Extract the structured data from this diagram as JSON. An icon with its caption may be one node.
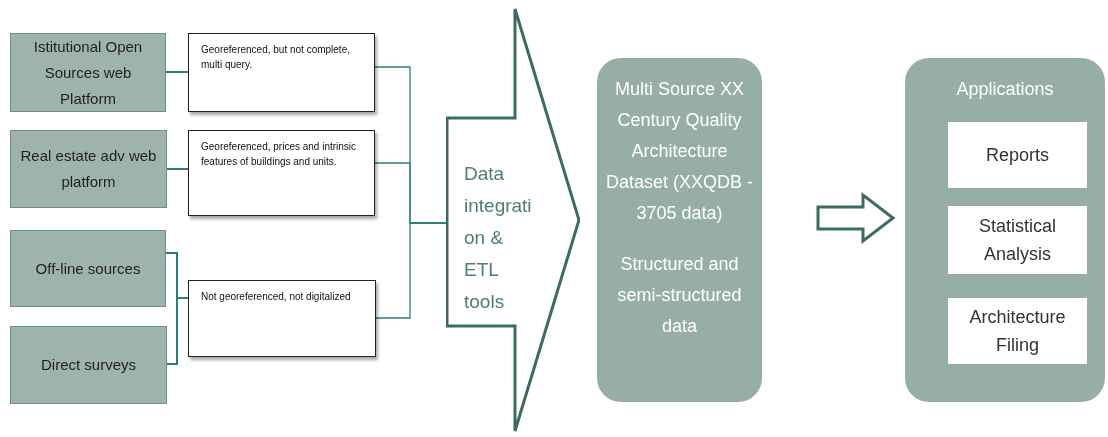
{
  "diagram": {
    "nodes": [
      {
        "text": [
          "Istitutional Open Sources web Platform"
        ]
      },
      {
        "text": [
          "Georeferenced, but not complete, multi query."
        ]
      },
      {
        "text": [
          "Real estate adv web platform"
        ]
      },
      {
        "text": [
          "Georeferenced, prices and intrinsic features of buildings and units."
        ]
      },
      {
        "text": [
          "Off-line sources"
        ]
      },
      {
        "text": [
          "Direct surveys"
        ]
      },
      {
        "text": [
          "Not georeferenced, not digitalized"
        ]
      },
      {
        "text": [
          "Data integrati on & ETL tools"
        ]
      },
      {
        "text": [
          "Multi Source XX Century Quality Architecture Dataset (XXQDB - 3705 data)",
          "Structured and semi-structured data"
        ]
      },
      {
        "text": [
          "Applications"
        ]
      },
      {
        "text": [
          "Reports"
        ],
        "in": 9
      },
      {
        "text": [
          "Statistical Analysis"
        ],
        "in": 9
      },
      {
        "text": [
          "Architecture Filing"
        ],
        "in": 9
      }
    ],
    "edges": [
      {
        "from": 0,
        "to": 1,
        "arrow": "none"
      },
      {
        "from": 2,
        "to": 3,
        "arrow": "none"
      },
      {
        "from": 4,
        "to": 6,
        "arrow": "none"
      },
      {
        "from": 5,
        "to": 6,
        "arrow": "none"
      },
      {
        "from": 1,
        "to": 7,
        "arrow": "none"
      },
      {
        "from": 3,
        "to": 7,
        "arrow": "none"
      },
      {
        "from": 6,
        "to": 7,
        "arrow": "none"
      },
      {
        "from": 8,
        "to": 9,
        "arrow": "to",
        "style": "thick"
      }
    ]
  }
}
